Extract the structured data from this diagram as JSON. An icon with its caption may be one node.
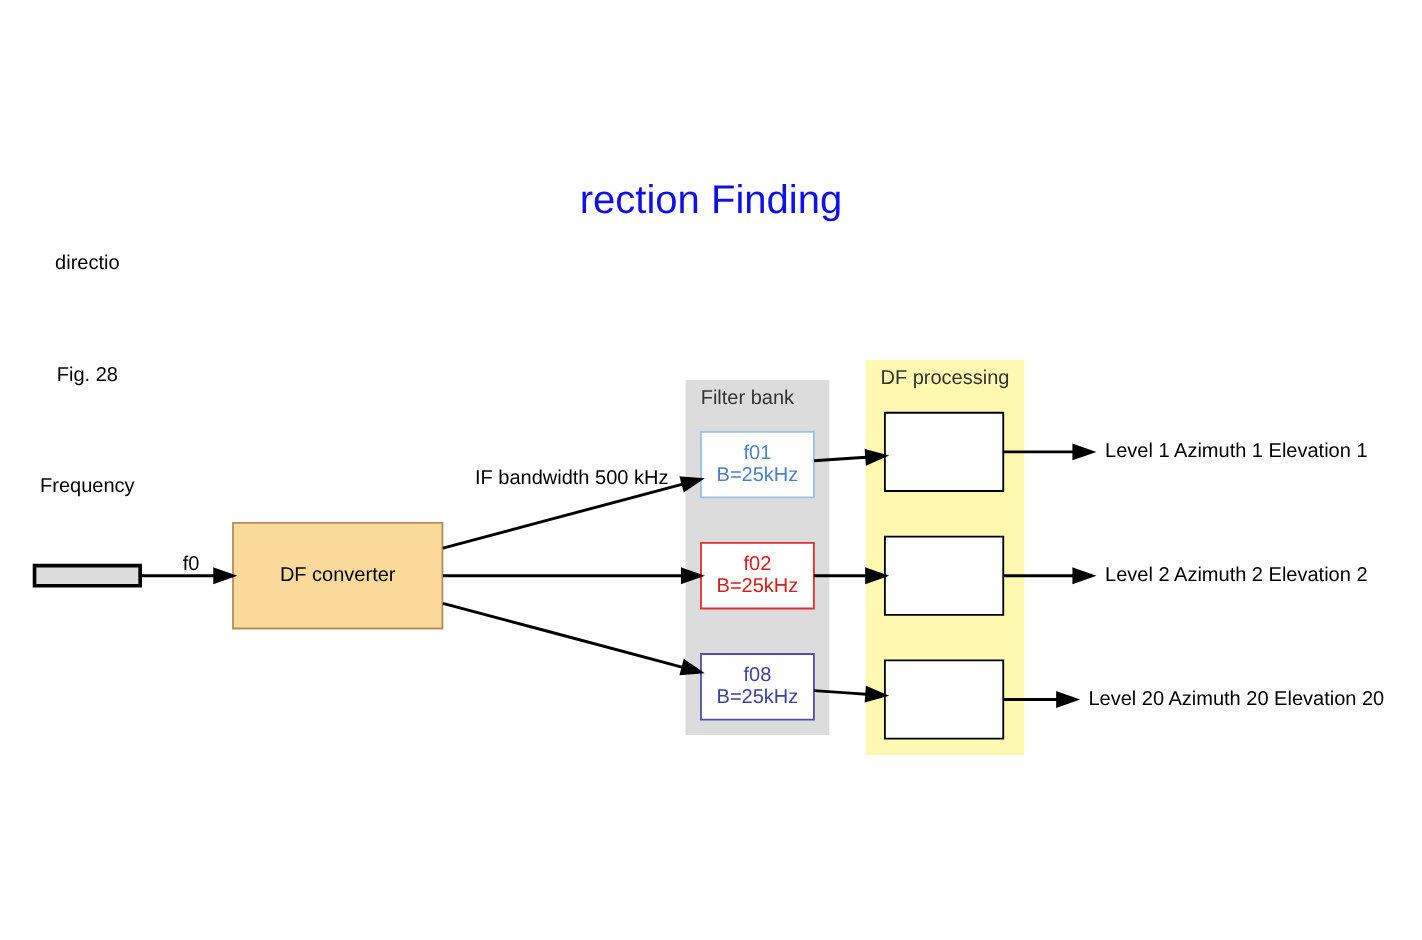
{
  "diagram": {
    "title": "rection Finding",
    "nodes": [
      {
        "text": [
          "Filter bank"
        ]
      },
      {
        "text": [
          "f01",
          "B=25kHz"
        ],
        "in": 0
      },
      {
        "text": [
          "f02",
          "B=25kHz"
        ],
        "in": 0
      },
      {
        "text": [
          "f08",
          "B=25kHz"
        ],
        "in": 0
      },
      {
        "text": [
          "DF processing"
        ]
      },
      {
        "text": [],
        "shape": "box",
        "in": 4
      },
      {
        "text": [],
        "shape": "box",
        "in": 4
      },
      {
        "text": [],
        "shape": "box",
        "in": 4
      },
      {
        "text": [
          "Level 1 Azimuth 1 Elevation 1"
        ]
      },
      {
        "text": [
          "Level 2 Azimuth 2 Elevation 2"
        ]
      },
      {
        "text": [
          "Level 20 Azimuth 20 Elevation 20"
        ]
      },
      {
        "text": [
          "DF converter"
        ]
      },
      {
        "text": [],
        "shape": "bar"
      }
    ],
    "edges": [
      {
        "from": 12,
        "to": 11,
        "arrow": "to",
        "label": "f0"
      },
      {
        "from": 11,
        "to": 1,
        "arrow": "to",
        "label": "IF bandwidth 500 kHz"
      },
      {
        "from": 11,
        "to": 2,
        "arrow": "to"
      },
      {
        "from": 11,
        "to": 3,
        "arrow": "to"
      },
      {
        "from": 1,
        "to": 5,
        "arrow": "to"
      },
      {
        "from": 2,
        "to": 6,
        "arrow": "to"
      },
      {
        "from": 3,
        "to": 7,
        "arrow": "to"
      },
      {
        "from": 5,
        "to": 8,
        "arrow": "to"
      },
      {
        "from": 6,
        "to": 9,
        "arrow": "to"
      },
      {
        "from": 7,
        "to": 10,
        "arrow": "to"
      }
    ],
    "labels": [
      "Frequency",
      "Fig. 28",
      "directio"
    ]
  }
}
